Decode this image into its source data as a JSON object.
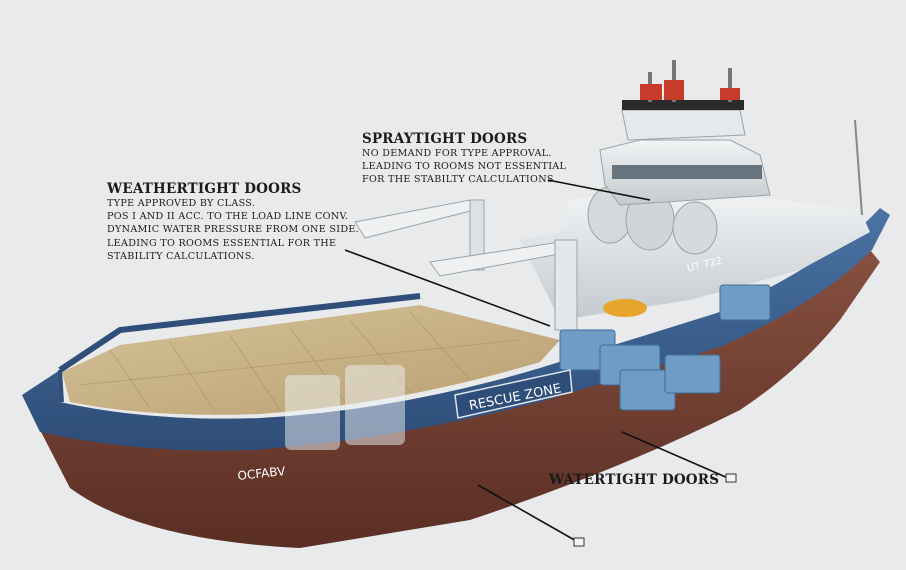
{
  "callouts": {
    "spraytight": {
      "title": "SPRAYTIGHT DOORS",
      "lines": [
        "NO DEMAND FOR TYPE APPROVAL.",
        "LEADING TO ROOMS NOT ESSENTIAL",
        "FOR THE STABILTY CALCULATIONS"
      ]
    },
    "weathertight": {
      "title": "WEATHERTIGHT DOORS",
      "lines": [
        "TYPE APPROVED BY CLASS.",
        "POS I AND II  ACC. TO THE LOAD LINE CONV.",
        "DYNAMIC WATER PRESSURE FROM ONE SIDE.",
        "LEADING TO ROOMS ESSENTIAL FOR THE",
        "STABILITY CALCULATIONS."
      ]
    },
    "watertight": {
      "title": "WATERTIGHT DOORS"
    }
  },
  "ship": {
    "hull_marking": "RESCUE ZONE",
    "bow_marking": "UT 722",
    "stern_marking": "OCFABV",
    "colors": {
      "background": "#e9eaeb",
      "hull_lower": "#6e3b2d",
      "hull_upper": "#3a5f8f",
      "deck": "#c9b48a",
      "superstructure": "#dfe3e6",
      "engine": "#6f9cc4",
      "mast_accent": "#c83a2a"
    },
    "icons": [
      "door-marker-icon"
    ]
  }
}
